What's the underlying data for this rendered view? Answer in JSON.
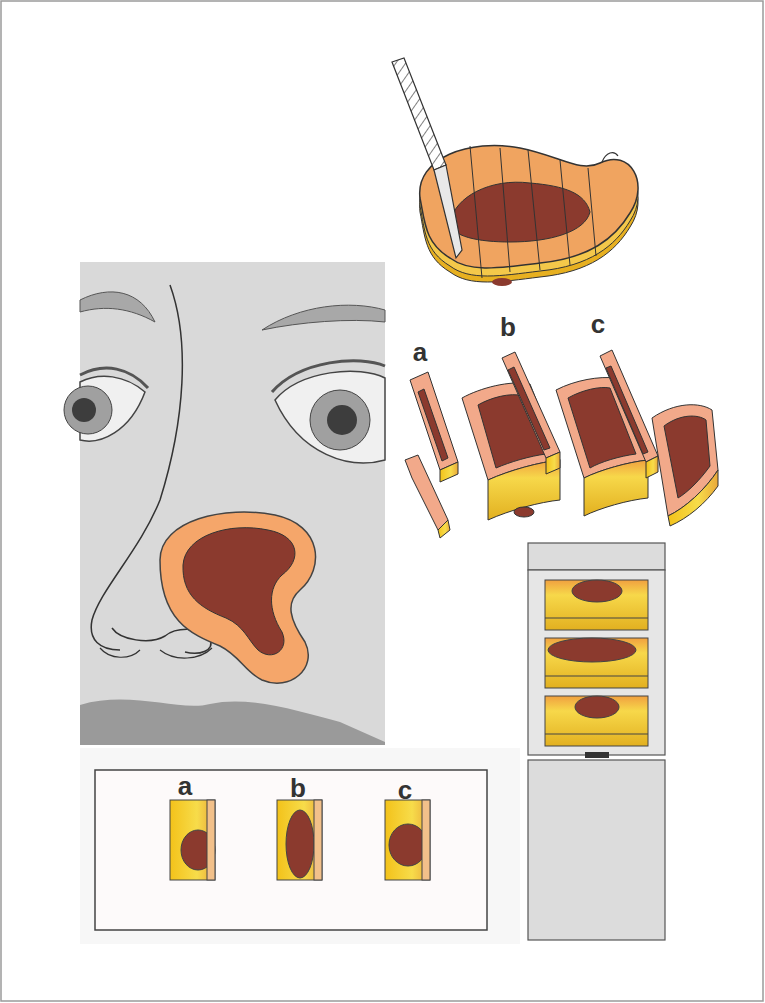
{
  "diagram": {
    "nodes": [
      {
        "text": [
          "a",
          "b",
          "c"
        ]
      }
    ],
    "labels": [
      "a",
      "b",
      "c"
    ]
  }
}
